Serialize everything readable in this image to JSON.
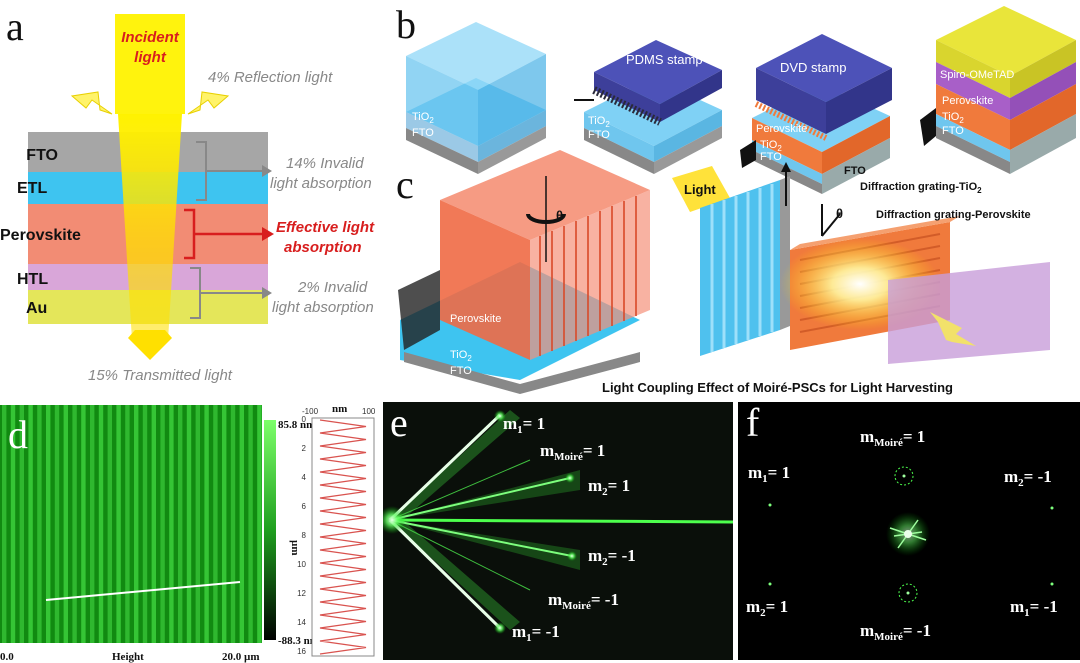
{
  "panels": {
    "a": {
      "letter": "a",
      "incident_label_1": "Incident",
      "incident_label_2": "light",
      "reflection": "4% Reflection light",
      "layers": [
        "FTO",
        "ETL",
        "Perovskite",
        "HTL",
        "Au"
      ],
      "invalid_1_line1": "14% Invalid",
      "invalid_1_line2": "light absorption",
      "effective_line1": "Effective light",
      "effective_line2": "absorption",
      "invalid_2_line1": "2% Invalid",
      "invalid_2_line2": "light absorption",
      "transmitted": "15% Transmitted light",
      "colors": {
        "fto": "#a6a6a6",
        "etl": "#3ec4f0",
        "perovskite": "#f28c74",
        "htl": "#d9a6d9",
        "au": "#e4e65a",
        "red": "#d81e1e"
      }
    },
    "b": {
      "letter": "b",
      "tio2": "TiO",
      "sub2": "2",
      "fto": "FTO",
      "pdms": "PDMS stamp",
      "dvd": "DVD stamp",
      "perovskite": "Perovskite",
      "spiro": "Spiro-OMeTAD"
    },
    "c": {
      "letter": "c",
      "theta": "θ",
      "perovskite": "Perovskite",
      "tio2": "TiO",
      "sub2": "2",
      "fto": "FTO",
      "light": "Light",
      "fto_top": "FTO",
      "grating_tio2": "Diffraction grating-TiO",
      "grating_perov": "Diffraction grating-Perovskite",
      "caption": "Light Coupling Effect of Moiré-PSCs for Light Harvesting"
    },
    "d": {
      "letter": "d",
      "scale_max": "85.8 nm",
      "scale_min": "-88.3 nm",
      "x_start": "0.0",
      "x_label": "Height",
      "x_end": "20.0 µm",
      "profile_unit": "nm",
      "profile_left": "-100",
      "profile_right": "100",
      "profile_y_unit": "µm",
      "profile_ticks": [
        "0",
        "2",
        "4",
        "6",
        "8",
        "10",
        "12",
        "14",
        "16"
      ]
    },
    "e": {
      "letter": "e",
      "m1_top": "= 1",
      "mm_top": "= 1",
      "m2_top": "= 1",
      "m2_bot": "= -1",
      "mm_bot": "= -1",
      "m1_bot": "= -1"
    },
    "f": {
      "letter": "f",
      "mm_top": "= 1",
      "m1_left": "= 1",
      "m2_right": "= -1",
      "m2_left": "= 1",
      "m1_right": "= -1",
      "mm_bot": "= -1"
    },
    "m_symbols": {
      "m": "m",
      "sub1": "1",
      "sub2": "2",
      "subMoire": "Moiré"
    }
  }
}
